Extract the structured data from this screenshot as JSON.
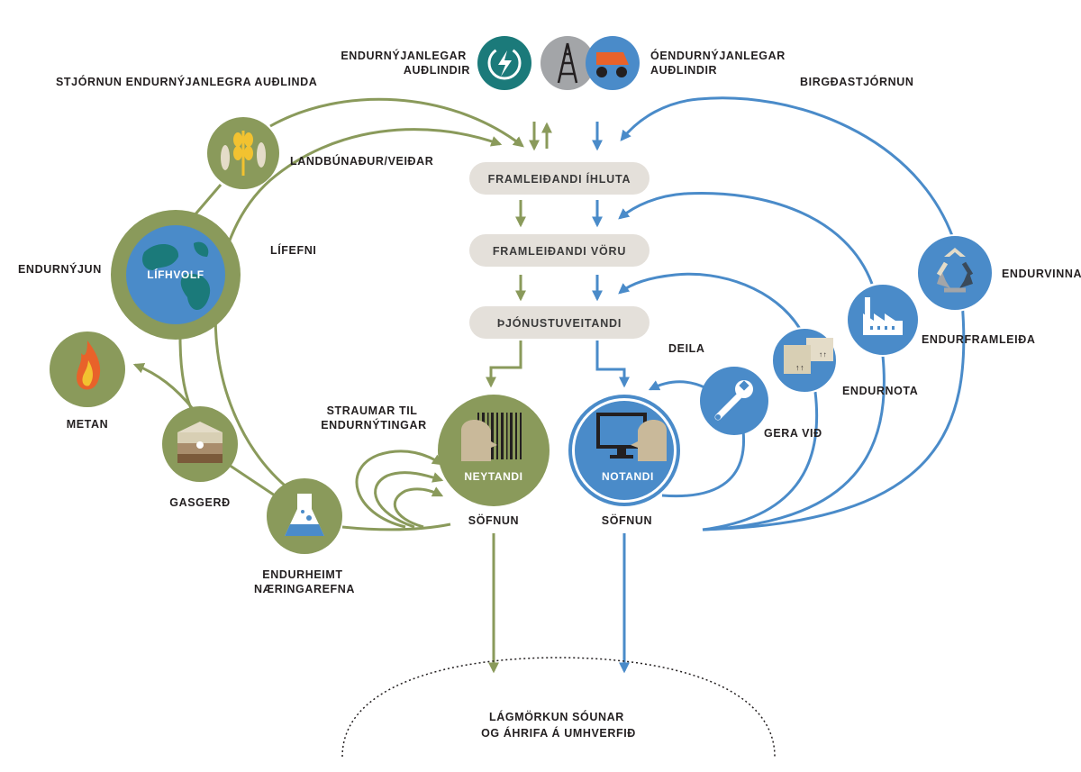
{
  "colors": {
    "green": "#8a9a5b",
    "blue": "#4a8bc9",
    "teal": "#1b7a7a",
    "gray": "#a3a5a8",
    "pill": "#e4e0da",
    "text": "#231f20"
  },
  "top": {
    "renewable": "ENDURNÝJANLEGAR\nAUÐLINDIR",
    "nonrenewable": "ÓENDURNÝJANLEGAR\nAUÐLINDIR"
  },
  "left_title": "STJÓRNUN ENDURNÝJANLEGRA AUÐLINDA",
  "right_title": "BIRGÐASTJÓRNUN",
  "pills": {
    "components": "FRAMLEIÐANDI ÍHLUTA",
    "products": "FRAMLEIÐANDI VÖRU",
    "service": "ÞJÓNUSTUVEITANDI"
  },
  "left_nodes": {
    "agriculture": "LANDBÚNAÐUR/VEIÐAR",
    "biosphere": "LÍFHVOLF",
    "regeneration": "ENDURNÝJUN",
    "methane": "METAN",
    "anaerobic": "GASGERÐ",
    "nutrients": "ENDURHEIMT\nNÆRINGAREFNA",
    "biochem": "LÍFEFNI",
    "cascades": "STRAUMAR TIL\nENDURNÝTINGAR"
  },
  "right_nodes": {
    "share": "DEILA",
    "maintain": "GERA VIÐ",
    "reuse": "ENDURNOTA",
    "remanufacture": "ENDURFRAMLEIÐA",
    "recycle": "ENDURVINNA"
  },
  "consumer": "NEYTANDI",
  "user": "NOTANDI",
  "collection_left": "SÖFNUN",
  "collection_right": "SÖFNUN",
  "bottom": "LÁGMÖRKUN SÓUNAR\nOG ÁHRIFA Á UMHVERFIÐ"
}
